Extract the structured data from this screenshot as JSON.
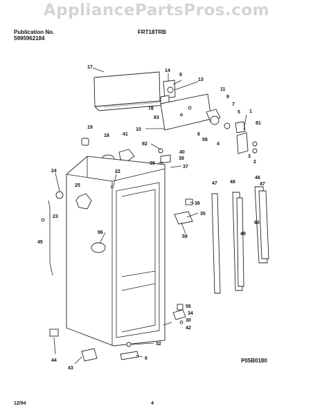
{
  "watermark": "AppliancePartsPros.com",
  "header": {
    "publication_label": "Publication No.",
    "publication_number": "5995962184",
    "model": "FRT18TRB"
  },
  "diagram_code": "P05B0180",
  "footer": {
    "date": "12/94",
    "page": "4"
  },
  "callouts": {
    "c17": "17",
    "c14": "14",
    "c8": "8",
    "c13": "13",
    "c78": "78",
    "c83": "83",
    "c11": "11",
    "c9": "9",
    "c7": "7",
    "c5": "5",
    "c1": "1",
    "c10": "10",
    "c6a": "6",
    "c58": "58",
    "c4": "4",
    "c81": "81",
    "c3": "3",
    "c2": "2",
    "c19": "19",
    "c18": "18",
    "c41": "41",
    "c92": "92",
    "c40": "40",
    "c39": "39",
    "c38": "38",
    "c37": "37",
    "c22": "22",
    "c24": "24",
    "c25": "25",
    "c23": "23",
    "c45": "45",
    "c96": "96",
    "c47": "47",
    "c48": "48",
    "c46": "46",
    "c36": "36",
    "c35": "35",
    "c59": "59",
    "c49": "49",
    "c60": "60",
    "c56": "56",
    "c34": "34",
    "c30": "30",
    "c42": "42",
    "c32": "32",
    "c44": "44",
    "c43": "43",
    "c6b": "6"
  }
}
